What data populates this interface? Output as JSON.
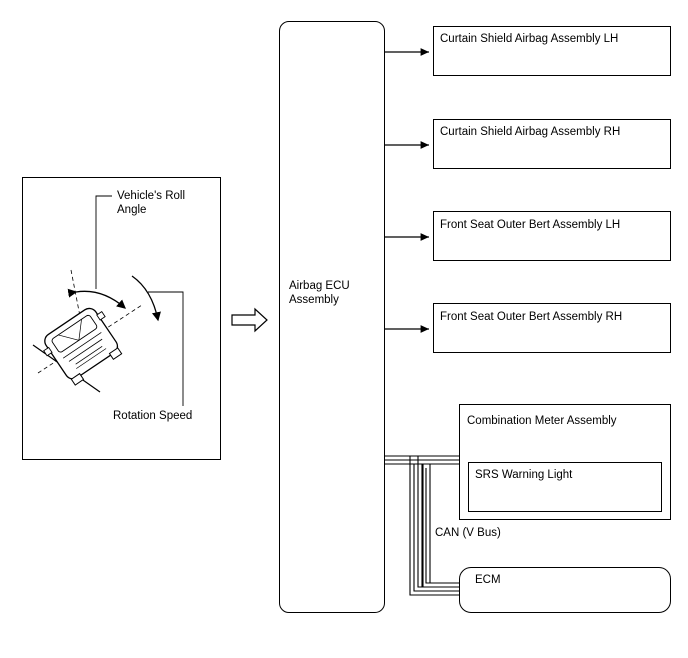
{
  "roll_panel": {
    "roll_angle_label_1": "Vehicle's Roll",
    "roll_angle_label_2": "Angle",
    "rotation_speed_label": "Rotation Speed"
  },
  "ecu": {
    "label_1": "Airbag ECU",
    "label_2": "Assembly"
  },
  "outputs": [
    {
      "label": "Curtain Shield Airbag Assembly LH"
    },
    {
      "label": "Curtain Shield Airbag Assembly RH"
    },
    {
      "label": "Front Seat Outer Bert Assembly LH"
    },
    {
      "label": "Front Seat Outer Bert Assembly RH"
    }
  ],
  "meter": {
    "label": "Combination Meter Assembly",
    "warning_light": "SRS Warning Light"
  },
  "bus_label": "CAN (V Bus)",
  "ecm_label": "ECM"
}
